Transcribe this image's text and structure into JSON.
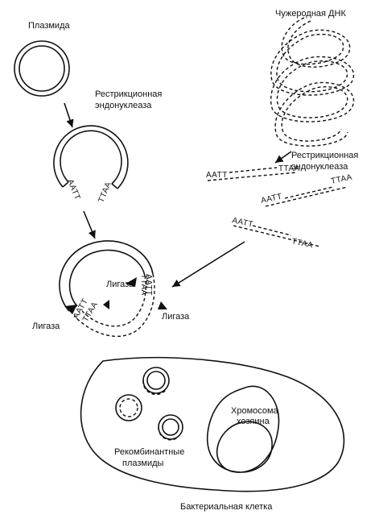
{
  "labels": {
    "plasmid": "Плазмида",
    "foreign_dna": "Чужеродная ДНК",
    "restriction_enzyme_left_1": "Рестрикционная",
    "restriction_enzyme_left_2": "эндонуклеаза",
    "restriction_enzyme_right_1": "Рестрикционная",
    "restriction_enzyme_right_2": "эндонуклеаза",
    "ligase_inner": "Лигаза",
    "ligase_left": "Лигаза",
    "ligase_right": "Лигаза",
    "host_chromosome_1": "Хромосома",
    "host_chromosome_2": "хозяина",
    "recombinant_plasmids_1": "Рекомбинантные",
    "recombinant_plasmids_2": "плазмиды",
    "bacterial_cell": "Бактериальная клетка"
  },
  "sequences": {
    "aatt": "AATT",
    "ttaa": "TTAA"
  }
}
